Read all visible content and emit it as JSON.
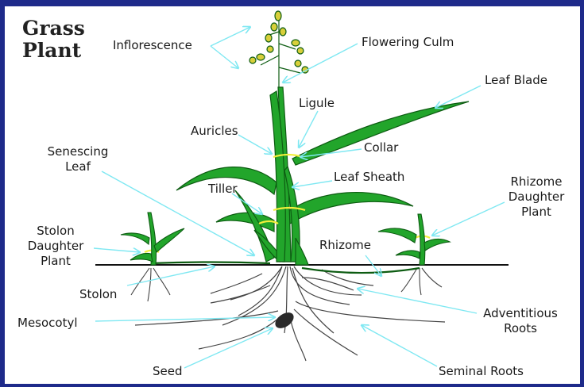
{
  "title_line1": "Grass",
  "title_line2": "Plant",
  "colors": {
    "frame": "#1e2a8a",
    "plant": "#22a52b",
    "plant_dark": "#0d5c12",
    "collar": "#f2ef3c",
    "arrow": "#7fe8f2",
    "root": "#444444"
  },
  "labels": {
    "inflorescence": "Inflorescence",
    "flowering_culm": "Flowering Culm",
    "leaf_blade": "Leaf Blade",
    "ligule": "Ligule",
    "auricles": "Auricles",
    "collar": "Collar",
    "senescing_leaf_1": "Senescing",
    "senescing_leaf_2": "Leaf",
    "leaf_sheath": "Leaf Sheath",
    "tiller": "Tiller",
    "rhizome_daughter_1": "Rhizome",
    "rhizome_daughter_2": "Daughter",
    "rhizome_daughter_3": "Plant",
    "stolon_daughter_1": "Stolon",
    "stolon_daughter_2": "Daughter",
    "stolon_daughter_3": "Plant",
    "rhizome": "Rhizome",
    "stolon": "Stolon",
    "adventitious_1": "Adventitious",
    "adventitious_2": "Roots",
    "mesocotyl": "Mesocotyl",
    "seed": "Seed",
    "seminal_roots": "Seminal Roots"
  }
}
